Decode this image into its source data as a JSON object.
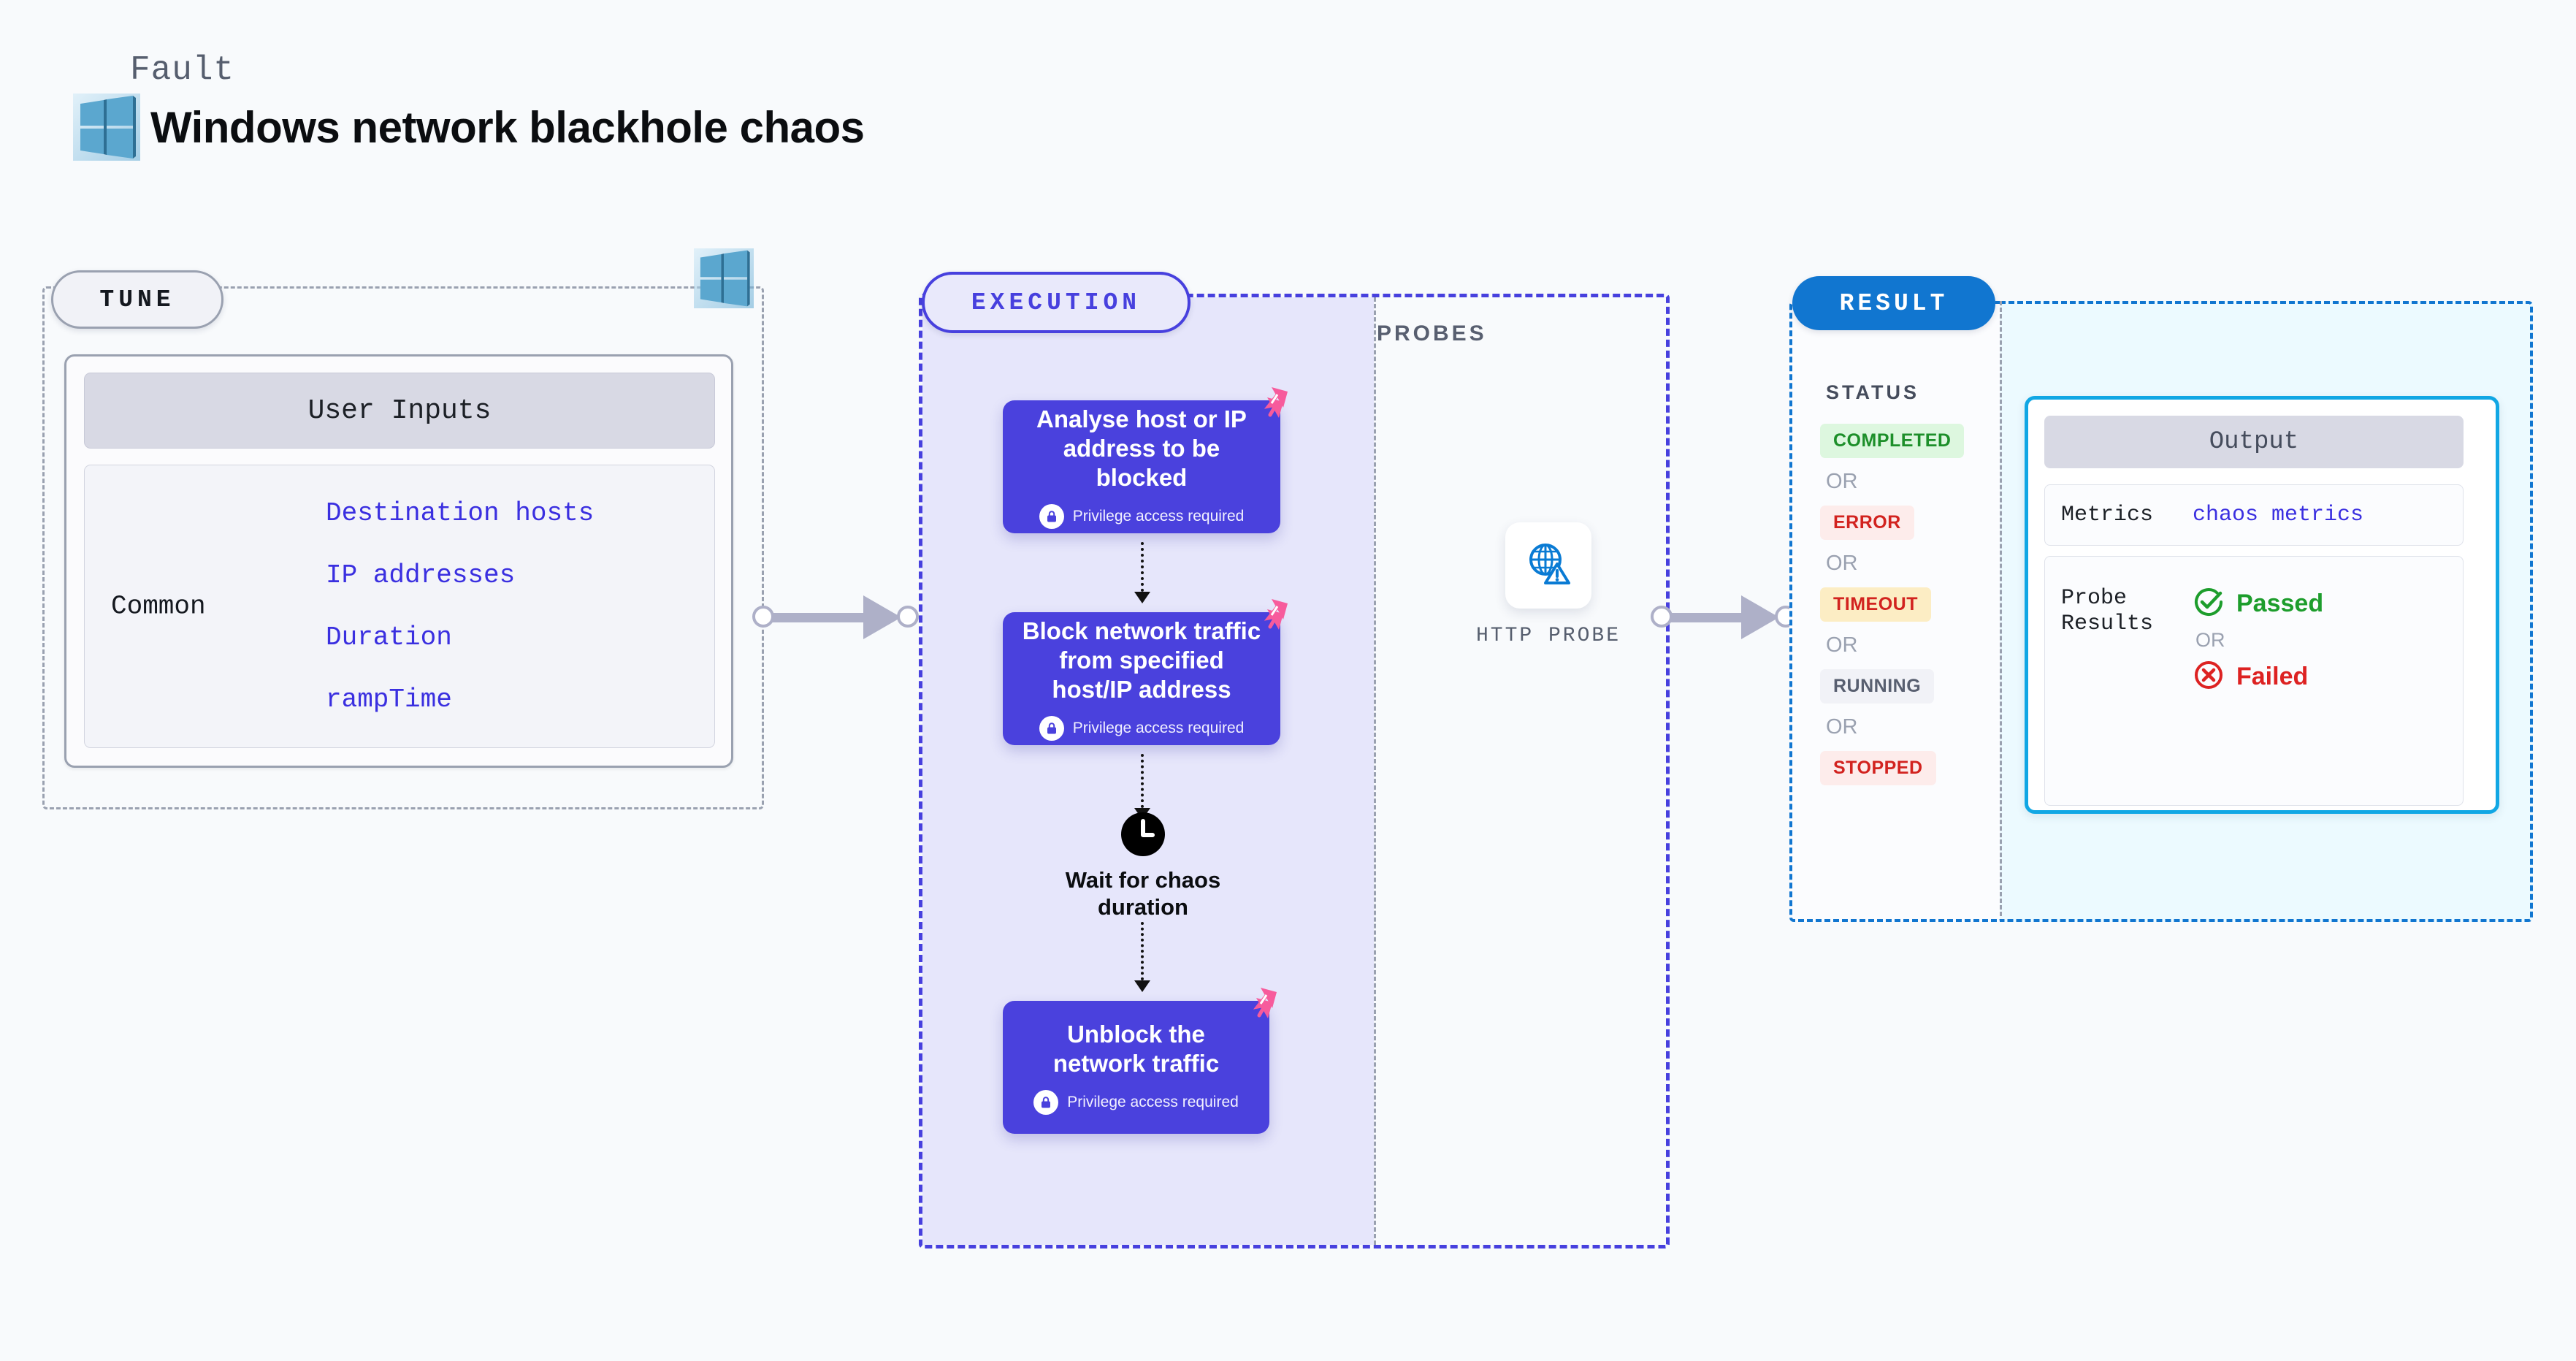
{
  "header": {
    "fault_label": "Fault",
    "title": "Windows network blackhole chaos",
    "logo_icon": "windows-logo-icon"
  },
  "tune": {
    "pill_label": "TUNE",
    "platform_icon": "windows-logo-icon",
    "user_inputs_header": "User Inputs",
    "group_label": "Common",
    "inputs": [
      "Destination hosts",
      "IP addresses",
      "Duration",
      "rampTime"
    ]
  },
  "execution": {
    "pill_label": "EXECUTION",
    "privilege_note": "Privilege access required",
    "lock_icon": "lock-icon",
    "chaos_icon": "chaos-badge-icon",
    "steps": [
      {
        "title": "Analyse host or IP address to be blocked",
        "privileged": true
      },
      {
        "title": "Block network traffic from specified host/IP address",
        "privileged": true
      }
    ],
    "wait": {
      "icon": "clock-icon",
      "label": "Wait for chaos duration"
    },
    "final_step": {
      "title": "Unblock the network traffic",
      "privileged": true
    }
  },
  "probes": {
    "section_label": "PROBES",
    "items": [
      {
        "label": "HTTP PROBE",
        "icon": "globe-warning-icon"
      }
    ]
  },
  "result": {
    "pill_label": "RESULT",
    "status_title": "STATUS",
    "or_label": "OR",
    "statuses": [
      {
        "label": "COMPLETED",
        "text_color": "#1d8f2a",
        "bg_color": "#ddf7df"
      },
      {
        "label": "ERROR",
        "text_color": "#d2231f",
        "bg_color": "#fdeceb"
      },
      {
        "label": "TIMEOUT",
        "text_color": "#d2231f",
        "bg_color": "#fcedc4"
      },
      {
        "label": "RUNNING",
        "text_color": "#585f70",
        "bg_color": "#f1f2f7"
      },
      {
        "label": "STOPPED",
        "text_color": "#d2231f",
        "bg_color": "#fdeceb"
      }
    ],
    "output": {
      "header": "Output",
      "metrics_label": "Metrics",
      "metrics_value": "chaos metrics",
      "probe_results_label": "Probe Results",
      "passed": {
        "label": "Passed",
        "icon": "check-circle-icon",
        "color": "#1d9d2c"
      },
      "failed": {
        "label": "Failed",
        "icon": "x-circle-icon",
        "color": "#dd2222"
      },
      "or_label": "OR"
    }
  },
  "colors": {
    "page_bg": "#f8fafc",
    "execution_accent": "#4740de",
    "execution_fill": "#e6e6fb",
    "result_accent": "#1176d0",
    "result_fill": "#ecfaff",
    "output_border": "#11a7e4",
    "input_text": "#3a2fe0",
    "chaos_pink": "#f75b9c",
    "connector_gray": "#aeb0c8"
  }
}
